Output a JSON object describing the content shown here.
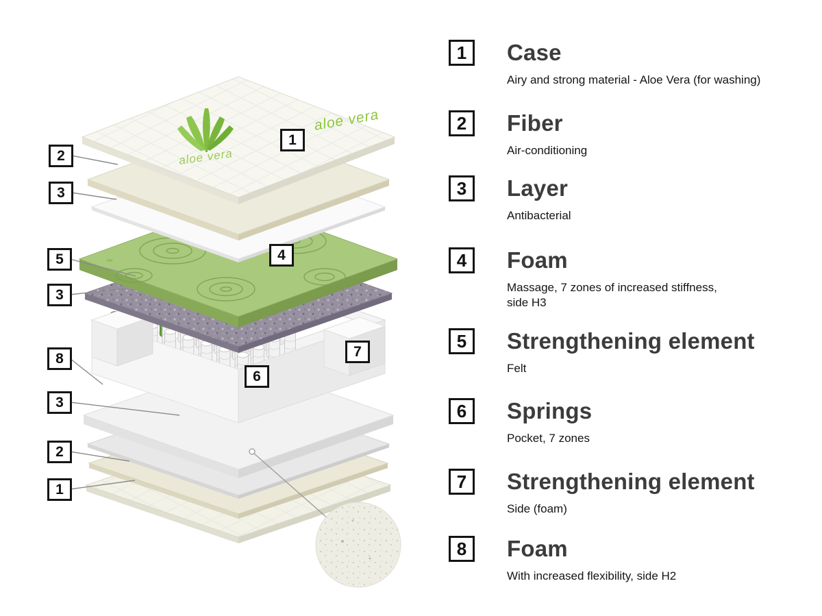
{
  "diagram": {
    "brand_text": "aloe vera",
    "left_callouts": [
      {
        "number": "2"
      },
      {
        "number": "3"
      },
      {
        "number": "5"
      },
      {
        "number": "3"
      },
      {
        "number": "8"
      },
      {
        "number": "3"
      },
      {
        "number": "2"
      },
      {
        "number": "1"
      }
    ],
    "layer_callouts": [
      {
        "number": "1"
      },
      {
        "number": "4"
      },
      {
        "number": "6"
      },
      {
        "number": "7"
      }
    ],
    "colors": {
      "foam_green": "#a9ca7c",
      "spring_green": "#69a13e",
      "felt_gray": "#97909f",
      "case_cream": "#f7f7f0"
    }
  },
  "legend": {
    "items": [
      {
        "number": "1",
        "title": "Case",
        "description": "Airy and strong material - Aloe Vera (for washing)"
      },
      {
        "number": "2",
        "title": "Fiber",
        "description": "Air-conditioning"
      },
      {
        "number": "3",
        "title": "Layer",
        "description": "Antibacterial"
      },
      {
        "number": "4",
        "title": "Foam",
        "description": "Massage, 7 zones of increased stiffness,\n side H3"
      },
      {
        "number": "5",
        "title": "Strengthening element",
        "description": "Felt"
      },
      {
        "number": "6",
        "title": "Springs",
        "description": "Pocket, 7 zones"
      },
      {
        "number": "7",
        "title": "Strengthening element",
        "description": "Side (foam)"
      },
      {
        "number": "8",
        "title": "Foam",
        "description": "With increased flexibility, side H2"
      }
    ]
  }
}
